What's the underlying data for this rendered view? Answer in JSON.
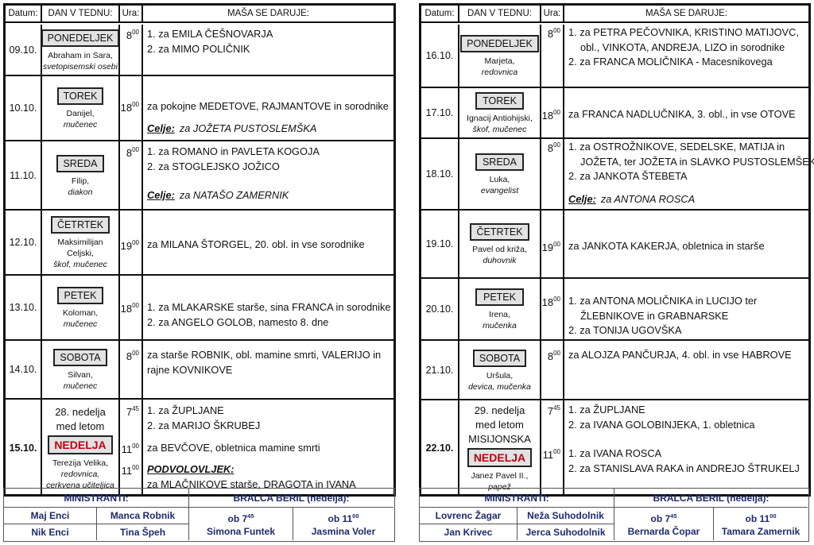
{
  "header": {
    "datum": "Datum:",
    "dan": "DAN V TEDNU:",
    "ura": "Ura:",
    "masa": "MAŠA SE DARUJE:"
  },
  "left": {
    "rows": [
      {
        "date": "09.10.",
        "day": "PONEDELJEK",
        "pre": [],
        "saint": [
          {
            "text": "Abraham in Sara,",
            "italic": false
          },
          {
            "text": "svetopisemski osebi",
            "italic": true
          }
        ],
        "masses": [
          {
            "h": "8",
            "m": "00",
            "lines": [
              {
                "text": "1. za EMILA ČEŠNOVARJA"
              },
              {
                "text": "2. za MIMO POLIČNIK"
              }
            ]
          }
        ]
      },
      {
        "date": "10.10.",
        "day": "TOREK",
        "pre": [],
        "saint": [
          {
            "text": "Danijel,",
            "italic": false
          },
          {
            "text": "mučenec",
            "italic": true
          }
        ],
        "masses": [
          {
            "h": "18",
            "m": "00",
            "lines": [
              {
                "text": "za pokojne MEDETOVE, RAJMANTOVE in sorodnike"
              }
            ]
          },
          {
            "lines": [
              {
                "label": "Celje:",
                "text": "za  JOŽETA PUSTOSLEMŠKA"
              }
            ]
          }
        ]
      },
      {
        "date": "11.10.",
        "day": "SREDA",
        "pre": [],
        "saint": [
          {
            "text": "Filip,",
            "italic": false
          },
          {
            "text": "diakon",
            "italic": true
          }
        ],
        "masses": [
          {
            "h": "8",
            "m": "00",
            "lines": [
              {
                "text": "1. za ROMANO in PAVLETA KOGOJA"
              },
              {
                "text": "2. za STOGLEJSKO JOŽICO"
              }
            ]
          },
          {
            "lines": [
              {
                "label": "Celje:",
                "text": "za NATAŠO ZAMERNIK"
              }
            ]
          }
        ]
      },
      {
        "date": "12.10.",
        "day": "ČETRTEK",
        "pre": [],
        "saint": [
          {
            "text": "Maksimilijan",
            "italic": false
          },
          {
            "text": "Celjski,",
            "italic": false
          },
          {
            "text": "škof, mučenec",
            "italic": true
          }
        ],
        "masses": [
          {
            "h": "19",
            "m": "00",
            "lines": [
              {
                "text": "za MILANA ŠTORGEL, 20. obl. in vse sorodnike"
              }
            ]
          }
        ]
      },
      {
        "date": "13.10.",
        "day": "PETEK",
        "pre": [],
        "saint": [
          {
            "text": "Koloman,",
            "italic": false
          },
          {
            "text": "mučenec",
            "italic": true
          }
        ],
        "masses": [
          {
            "h": "18",
            "m": "00",
            "lines": [
              {
                "text": "1. za MLAKARSKE starše, sina FRANCA in sorodnike"
              },
              {
                "text": "2. za ANGELO GOLOB, namesto 8. dne"
              }
            ]
          }
        ]
      },
      {
        "date": "14.10.",
        "day": "SOBOTA",
        "pre": [],
        "saint": [
          {
            "text": "Silvan,",
            "italic": false
          },
          {
            "text": "mučenec",
            "italic": true
          }
        ],
        "masses": [
          {
            "h": "8",
            "m": "00",
            "lines": [
              {
                "text": "za starše ROBNIK, obl. mamine smrti, VALERIJO in"
              },
              {
                "text": "rajne KOVNIKOVE"
              }
            ]
          }
        ]
      },
      {
        "date": "15.10.",
        "sunday": true,
        "day": "NEDELJA",
        "pre": [
          "28. nedelja",
          "med letom"
        ],
        "saint": [
          {
            "text": "Terezija Velika,",
            "italic": false
          },
          {
            "text": "redovnica,",
            "italic": true
          },
          {
            "text": "cerkvena učiteljica",
            "italic": true
          }
        ],
        "masses": [
          {
            "h": "7",
            "m": "45",
            "lines": [
              {
                "text": "1. za ŽUPLJANE"
              },
              {
                "text": "2. za MARIJO ŠKRUBEJ"
              }
            ]
          },
          {
            "h": "11",
            "m": "00",
            "lines": [
              {
                "text": "za BEVČOVE, obletnica mamine smrti"
              }
            ]
          },
          {
            "h": "11",
            "m": "00",
            "lines": [
              {
                "label": "PODVOLOVLJEK:"
              },
              {
                "text": "za MLAČNIKOVE starše, DRAGOTA in IVANA"
              }
            ]
          }
        ]
      }
    ],
    "footer": {
      "ministranti_title": "MINISTRANTI:",
      "ministranti": [
        "Maj Enci",
        "Manca Robnik",
        "Nik Enci",
        "Tina Špeh"
      ],
      "bralci_title": "BRALCA BERIL (nedelja):",
      "bralci": [
        {
          "prefix": "ob 7",
          "sup": "45",
          "name": "Simona Funtek"
        },
        {
          "prefix": "ob 11",
          "sup": "00",
          "name": "Jasmina Voler"
        }
      ]
    }
  },
  "right": {
    "rows": [
      {
        "date": "16.10.",
        "day": "PONEDELJEK",
        "pre": [],
        "saint": [
          {
            "text": "Marjeta,",
            "italic": false
          },
          {
            "text": "redovnica",
            "italic": true
          }
        ],
        "masses": [
          {
            "h": "8",
            "m": "00",
            "lines": [
              {
                "text": "1. za PETRA PEČOVNIKA, KRISTINO MATIJOVC,"
              },
              {
                "text": "obl., VINKOTA, ANDREJA, LIZO in sorodnike",
                "indent": true
              },
              {
                "text": "2. za FRANCA MOLIČNIKA - Macesnikovega"
              }
            ]
          }
        ]
      },
      {
        "date": "17.10.",
        "day": "TOREK",
        "pre": [],
        "saint": [
          {
            "text": "Ignacij Antiohijski,",
            "italic": false
          },
          {
            "text": "škof, mučenec",
            "italic": true
          }
        ],
        "masses": [
          {
            "h": "18",
            "m": "00",
            "lines": [
              {
                "text": "za FRANCA NADLUČNIKA, 3. obl., in vse OTOVE"
              }
            ]
          }
        ]
      },
      {
        "date": "18.10.",
        "day": "SREDA",
        "pre": [],
        "saint": [
          {
            "text": "Luka,",
            "italic": false
          },
          {
            "text": "evangelist",
            "italic": true
          }
        ],
        "masses": [
          {
            "h": "8",
            "m": "00",
            "lines": [
              {
                "text": "1. za OSTROŽNIKOVE, SEDELSKE, MATIJA in"
              },
              {
                "text": "JOŽETA, ter JOŽETA in SLAVKO PUSTOSLEMŠEK",
                "indent": true
              },
              {
                "text": "2. za JANKOTA ŠTEBETA"
              }
            ]
          },
          {
            "lines": [
              {
                "label": "Celje:",
                "text": "za ANTONA ROSCA"
              }
            ]
          }
        ]
      },
      {
        "date": "19.10.",
        "day": "ČETRTEK",
        "pre": [],
        "saint": [
          {
            "text": "Pavel od križa,",
            "italic": false
          },
          {
            "text": "duhovnik",
            "italic": true
          }
        ],
        "masses": [
          {
            "h": "19",
            "m": "00",
            "lines": [
              {
                "text": "za JANKOTA KAKERJA, obletnica in starše"
              }
            ]
          }
        ]
      },
      {
        "date": "20.10.",
        "day": "PETEK",
        "pre": [],
        "saint": [
          {
            "text": "Irena,",
            "italic": false
          },
          {
            "text": "mučenka",
            "italic": true
          }
        ],
        "masses": [
          {
            "h": "18",
            "m": "00",
            "lines": [
              {
                "text": "1. za ANTONA MOLIČNIKA in LUCIJO ter"
              },
              {
                "text": "ŽLEBNIKOVE in GRABNARSKE",
                "indent": true
              },
              {
                "text": "2. za TONIJA UGOVŠKA"
              }
            ]
          }
        ]
      },
      {
        "date": "21.10.",
        "day": "SOBOTA",
        "pre": [],
        "saint": [
          {
            "text": "Uršula,",
            "italic": false
          },
          {
            "text": "devica, mučenka",
            "italic": true
          }
        ],
        "masses": [
          {
            "h": "8",
            "m": "00",
            "lines": [
              {
                "text": "za ALOJZA PANČURJA, 4. obl. in vse HABROVE"
              }
            ]
          }
        ]
      },
      {
        "date": "22.10.",
        "sunday": true,
        "day": "NEDELJA",
        "pre": [
          "29. nedelja",
          "med letom",
          "MISIJONSKA"
        ],
        "saint": [
          {
            "text": "Janez Pavel II.,",
            "italic": false
          },
          {
            "text": "papež",
            "italic": true
          }
        ],
        "masses": [
          {
            "h": "7",
            "m": "45",
            "lines": [
              {
                "text": "1. za ŽUPLJANE"
              },
              {
                "text": "2. za IVANA GOLOBINJEKA, 1. obletnica"
              }
            ]
          },
          {
            "h": "11",
            "m": "00",
            "lines": [
              {
                "text": "1. za IVANA ROSCA"
              },
              {
                "text": "2. za STANISLAVA RAKA in ANDREJO ŠTRUKELJ"
              }
            ]
          }
        ]
      }
    ],
    "footer": {
      "ministranti_title": "MINISTRANTI:",
      "ministranti": [
        "Lovrenc Žagar",
        "Neža Suhodolnik",
        "Jan Krivec",
        "Jerca Suhodolnik"
      ],
      "bralci_title": "BRALCA BERIL (nedelja):",
      "bralci": [
        {
          "prefix": "ob 7",
          "sup": "45",
          "name": "Bernarda Čopar"
        },
        {
          "prefix": "ob 11",
          "sup": "00",
          "name": "Tamara Zamernik"
        }
      ]
    }
  }
}
